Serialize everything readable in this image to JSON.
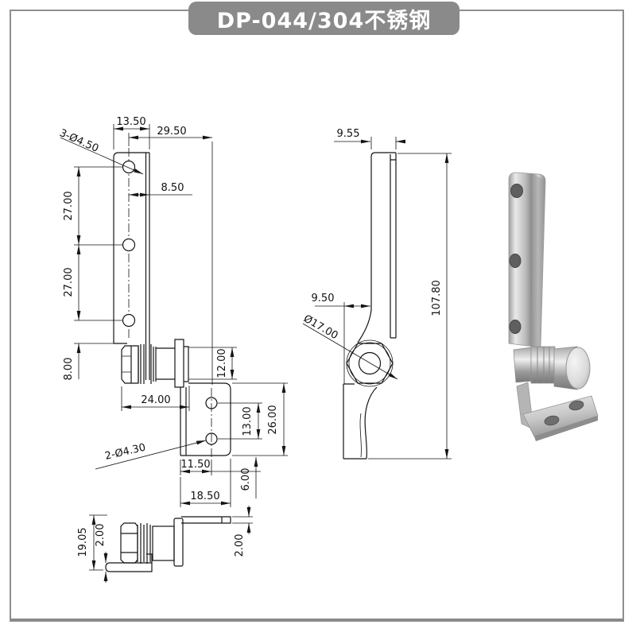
{
  "title": "DP-044/304不锈钢",
  "views": {
    "front": {
      "dims": {
        "top_width": "13.50",
        "hole_to_bracket": "29.50",
        "plate_holes": "3-Ø4.50",
        "hole_edge": "8.50",
        "pitch_upper": "27.00",
        "pitch_lower": "27.00",
        "hole_bottom": "8.00",
        "boss_od": "12.00",
        "boss_length": "24.00",
        "bracket_pitch": "13.00",
        "bracket_height": "26.00",
        "bracket_holes": "2-Ø4.30",
        "bracket_hole_x": "11.50",
        "bracket_width": "18.50",
        "foot_offset": "6.00"
      }
    },
    "side": {
      "dims": {
        "profile_width": "9.55",
        "arm_offset": "9.50",
        "boss_dia": "Ø17.00",
        "total_height": "107.80"
      }
    },
    "bottom": {
      "dims": {
        "overall_depth": "19.05",
        "plate_thickness": "2.00",
        "arm_thickness": "2.00"
      }
    }
  },
  "colors": {
    "banner_bg": "#8a8a8a",
    "line": "#151515",
    "metal_light": "#f0f0f0",
    "metal_dark": "#8f8f8f"
  }
}
